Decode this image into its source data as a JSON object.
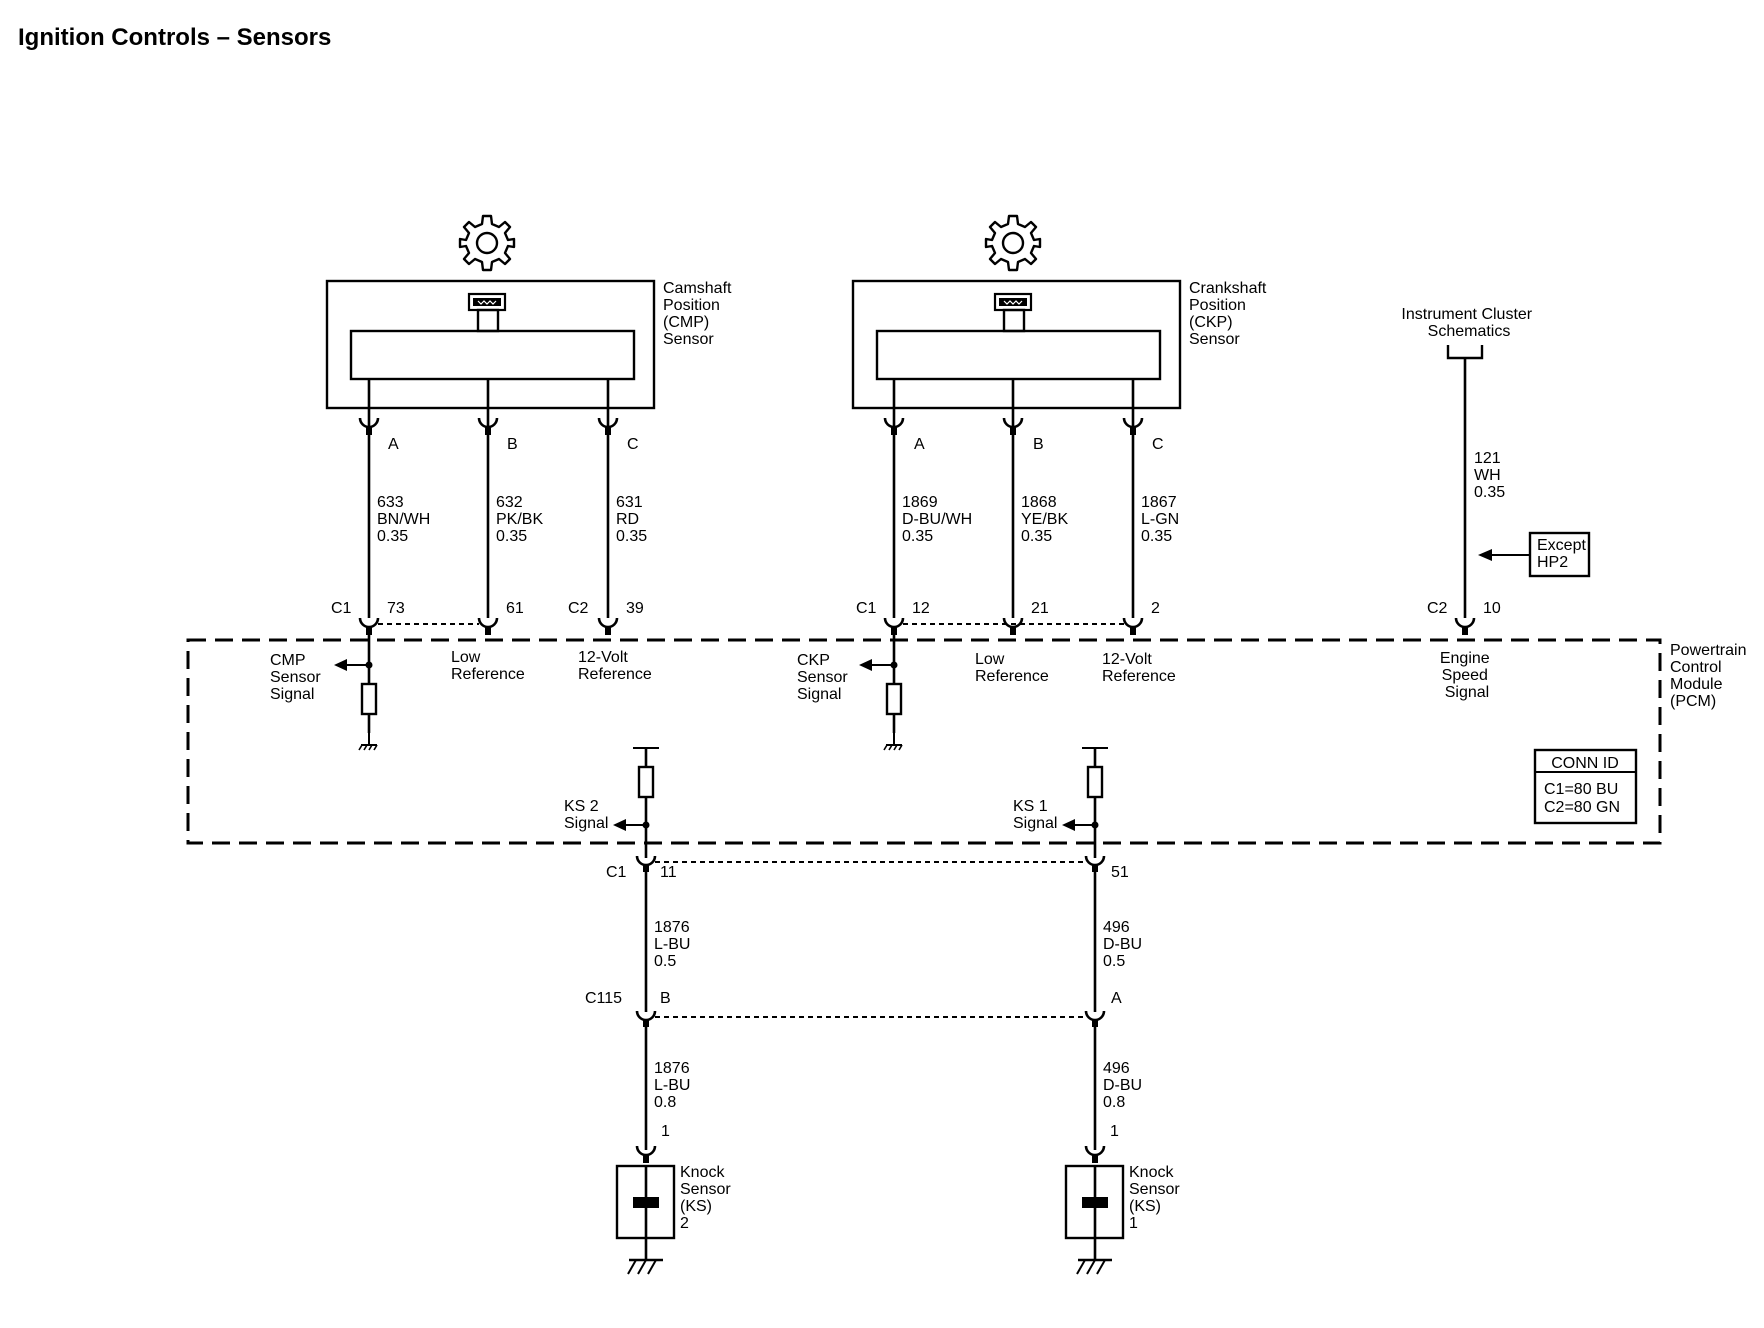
{
  "title": "Ignition Controls – Sensors",
  "cmp_sensor": {
    "label": [
      "Camshaft",
      "Position",
      "(CMP)",
      "Sensor"
    ],
    "pins": [
      "A",
      "B",
      "C"
    ],
    "wires": [
      {
        "circuit": "633",
        "color": "BN/WH",
        "size": "0.35"
      },
      {
        "circuit": "632",
        "color": "PK/BK",
        "size": "0.35"
      },
      {
        "circuit": "631",
        "color": "RD",
        "size": "0.35"
      }
    ],
    "pcm_pins": {
      "conn1": "C1",
      "pin1": "73",
      "pin2": "61",
      "conn2": "C2",
      "pin3": "39"
    },
    "signal_label": [
      "CMP",
      "Sensor",
      "Signal"
    ],
    "low_ref_label": [
      "Low",
      "Reference"
    ],
    "volt_ref_label": [
      "12-Volt",
      "Reference"
    ]
  },
  "ckp_sensor": {
    "label": [
      "Crankshaft",
      "Position",
      "(CKP)",
      "Sensor"
    ],
    "pins": [
      "A",
      "B",
      "C"
    ],
    "wires": [
      {
        "circuit": "1869",
        "color": "D-BU/WH",
        "size": "0.35"
      },
      {
        "circuit": "1868",
        "color": "YE/BK",
        "size": "0.35"
      },
      {
        "circuit": "1867",
        "color": "L-GN",
        "size": "0.35"
      }
    ],
    "pcm_pins": {
      "conn1": "C1",
      "pin1": "12",
      "pin2": "21",
      "pin3": "2"
    },
    "signal_label": [
      "CKP",
      "Sensor",
      "Signal"
    ],
    "low_ref_label": [
      "Low",
      "Reference"
    ],
    "volt_ref_label": [
      "12-Volt",
      "Reference"
    ]
  },
  "instrument_cluster": {
    "label": [
      "Instrument Cluster",
      "Schematics"
    ],
    "wire": {
      "circuit": "121",
      "color": "WH",
      "size": "0.35"
    },
    "except_label": [
      "Except",
      "HP2"
    ],
    "conn": "C2",
    "pin": "10",
    "signal_label": [
      "Engine",
      "Speed",
      "Signal"
    ]
  },
  "pcm": {
    "label": [
      "Powertrain",
      "Control",
      "Module",
      "(PCM)"
    ],
    "conn_id": {
      "header": "CONN ID",
      "lines": [
        "C1=80 BU",
        "C2=80 GN"
      ]
    }
  },
  "knock_sensor_2": {
    "signal_label": [
      "KS 2",
      "Signal"
    ],
    "pcm_conn": "C1",
    "pcm_pin": "11",
    "wire_upper": {
      "circuit": "1876",
      "color": "L-BU",
      "size": "0.5"
    },
    "inline_conn": "C115",
    "inline_pin": "B",
    "wire_lower": {
      "circuit": "1876",
      "color": "L-BU",
      "size": "0.8"
    },
    "sensor_pin": "1",
    "label": [
      "Knock",
      "Sensor",
      "(KS)",
      "2"
    ]
  },
  "knock_sensor_1": {
    "signal_label": [
      "KS 1",
      "Signal"
    ],
    "pcm_pin": "51",
    "wire_upper": {
      "circuit": "496",
      "color": "D-BU",
      "size": "0.5"
    },
    "inline_pin": "A",
    "wire_lower": {
      "circuit": "496",
      "color": "D-BU",
      "size": "0.8"
    },
    "sensor_pin": "1",
    "label": [
      "Knock",
      "Sensor",
      "(KS)",
      "1"
    ]
  }
}
